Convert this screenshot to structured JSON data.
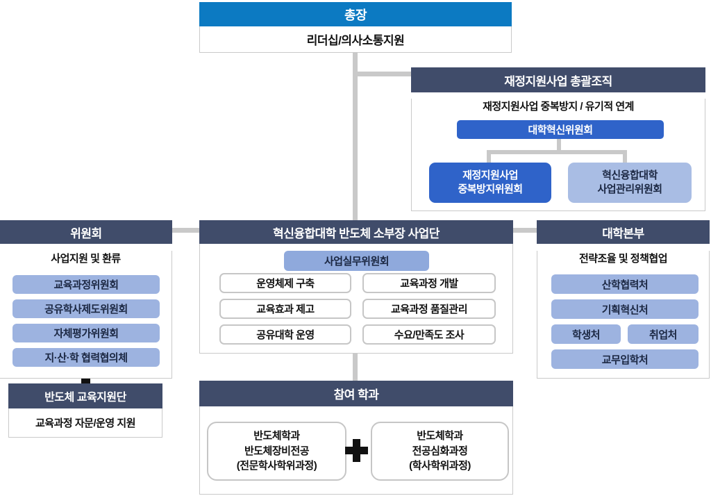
{
  "president": {
    "title": "총장",
    "subtitle": "리더십/의사소통지원"
  },
  "finance_org": {
    "title": "재정지원사업 총괄조직",
    "subtitle": "재정지원사업 중복방지 / 유기적 연계",
    "committee": "대학혁신위원회",
    "children": [
      {
        "label": "재정지원사업\n중복방지위원회"
      },
      {
        "label": "혁신융합대학\n사업관리위원회"
      }
    ]
  },
  "committees": {
    "title": "위원회",
    "subtitle": "사업지원 및 환류",
    "items": [
      "교육과정위원회",
      "공유학사제도위원회",
      "자체평가위원회",
      "지·산·학 협력협의체"
    ]
  },
  "edu_support": {
    "title": "반도체 교육지원단",
    "subtitle": "교육과정 자문/운영 지원"
  },
  "business_unit": {
    "title": "혁신융합대학 반도체 소부장 사업단",
    "committee": "사업실무위원회",
    "tasks": [
      "운영체제 구축",
      "교육과정 개발",
      "교육효과 제고",
      "교육과정 품질관리",
      "공유대학 운영",
      "수요/만족도 조사"
    ]
  },
  "hq": {
    "title": "대학본부",
    "subtitle": "전략조율 및 정책협업",
    "items": [
      "산학협력처",
      "기획혁신처",
      "학생처",
      "취업처",
      "교무입학처"
    ]
  },
  "departments": {
    "title": "참여 학과",
    "left": "반도체학과\n반도체장비전공\n(전문학사학위과정)",
    "right": "반도체학과\n전공심화과정\n(학사학위과정)"
  },
  "colors": {
    "president_header": "#0c7ac2",
    "panel_header": "#404c6a",
    "primary_button": "#2f63c9",
    "light_button": "#9db3e0",
    "lighter_button": "#a9bde4",
    "connector": "#c9c9c9"
  }
}
